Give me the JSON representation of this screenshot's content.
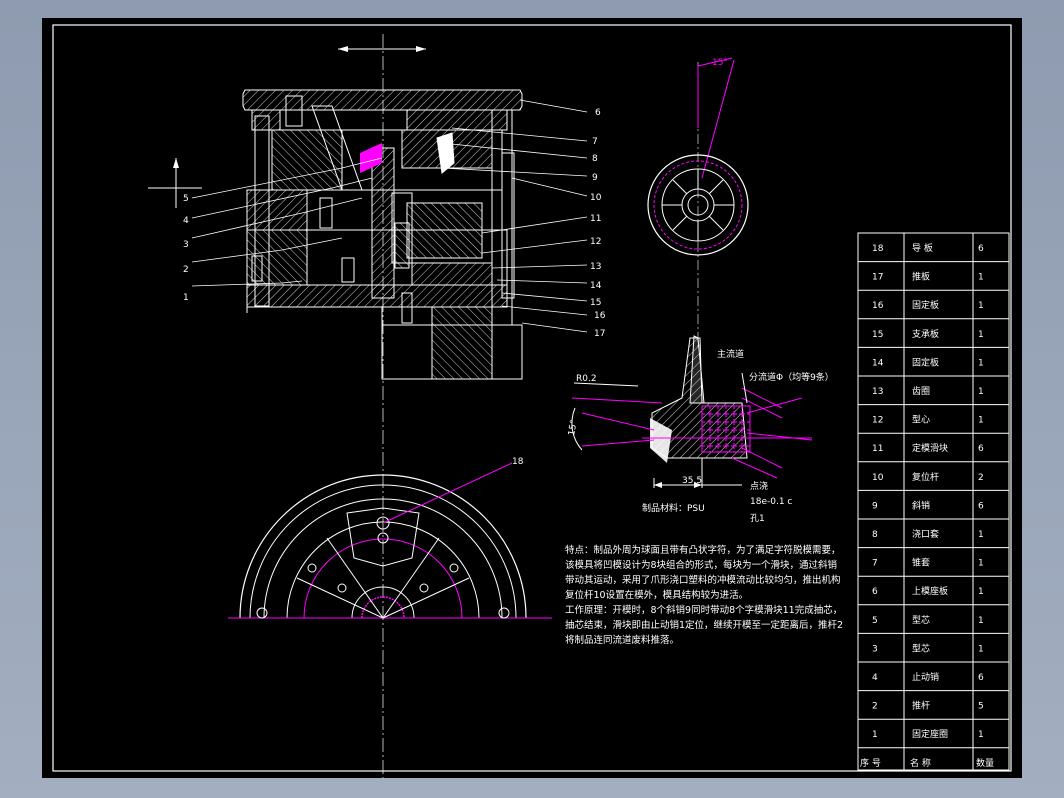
{
  "assembly_labels": {
    "left": [
      "5",
      "4",
      "3",
      "2",
      "1"
    ],
    "right": [
      "6",
      "7",
      "8",
      "9",
      "10",
      "11",
      "12",
      "13",
      "14",
      "15",
      "16",
      "17"
    ],
    "top_view_item": "18"
  },
  "detail": {
    "angle_15": "15°",
    "radius": "R0.2",
    "angle_15b": "15°",
    "main_runner": "主流道",
    "sub_runner": "分流道Φ（均等9条）",
    "dim_355": "35.5",
    "gate_label": "点浇",
    "gate_dim": "18e-0.1 c",
    "gate_count": "孔1",
    "material": "制品材料：PSU"
  },
  "notes": [
    "特点：制品外周为球面且带有凸状字符，为了满足字符脱模需要，",
    "该模具将凹模设计为8块组合的形式，每块为一个滑块，通过斜销",
    "带动其运动，采用了爪形浇口塑料的冲模流动比较均匀，推出机构",
    "复位杆10设置在模外，模具结构较为进活。",
    "工作原理：开模时，8个斜销9同时带动8个字模滑块11完成抽芯，",
    "抽芯结束，滑块即由止动销1定位，继续开模至一定距离后，推杆2",
    "将制品连同流道废料推落。"
  ],
  "bom": {
    "header": {
      "seq": "序 号",
      "name": "名 称",
      "qty": "数量"
    },
    "rows": [
      {
        "seq": "18",
        "name": "导 板",
        "qty": "6"
      },
      {
        "seq": "17",
        "name": "推板",
        "qty": "1"
      },
      {
        "seq": "16",
        "name": "固定板",
        "qty": "1"
      },
      {
        "seq": "15",
        "name": "支承板",
        "qty": "1"
      },
      {
        "seq": "14",
        "name": "固定板",
        "qty": "1"
      },
      {
        "seq": "13",
        "name": "齿圈",
        "qty": "1"
      },
      {
        "seq": "12",
        "name": "型心",
        "qty": "1"
      },
      {
        "seq": "11",
        "name": "定模滑块",
        "qty": "6"
      },
      {
        "seq": "10",
        "name": "复位杆",
        "qty": "2"
      },
      {
        "seq": "9",
        "name": "斜销",
        "qty": "6"
      },
      {
        "seq": "8",
        "name": "浇口套",
        "qty": "1"
      },
      {
        "seq": "7",
        "name": "锥套",
        "qty": "1"
      },
      {
        "seq": "6",
        "name": "上模座板",
        "qty": "1"
      },
      {
        "seq": "5",
        "name": "型芯",
        "qty": "1"
      },
      {
        "seq": "3",
        "name": "型芯",
        "qty": "1"
      },
      {
        "seq": "4",
        "name": "止动销",
        "qty": "6"
      },
      {
        "seq": "2",
        "name": "推杆",
        "qty": "5"
      },
      {
        "seq": "1",
        "name": "固定座圈",
        "qty": "1"
      }
    ]
  },
  "colors": {
    "line": "#ffffff",
    "accent": "#ff00ff",
    "background": "#000000"
  }
}
